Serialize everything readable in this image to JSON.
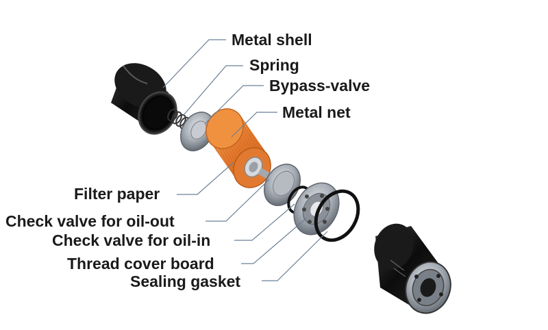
{
  "labels": {
    "metal_shell": "Metal shell",
    "spring": "Spring",
    "bypass_valve": "Bypass-valve",
    "metal_net": "Metal net",
    "filter_paper": "Filter paper",
    "check_valve_out": "Check valve for oil-out",
    "check_valve_in": "Check valve for oil-in",
    "thread_cover_board": "Thread cover board",
    "sealing_gasket": "Sealing gasket"
  },
  "colors": {
    "leader_line": "#6b7f96",
    "shell_black": "#151515",
    "filter_orange": "#e8873a",
    "metal_gray": "#9aa0a8",
    "gasket_black": "#111111"
  }
}
